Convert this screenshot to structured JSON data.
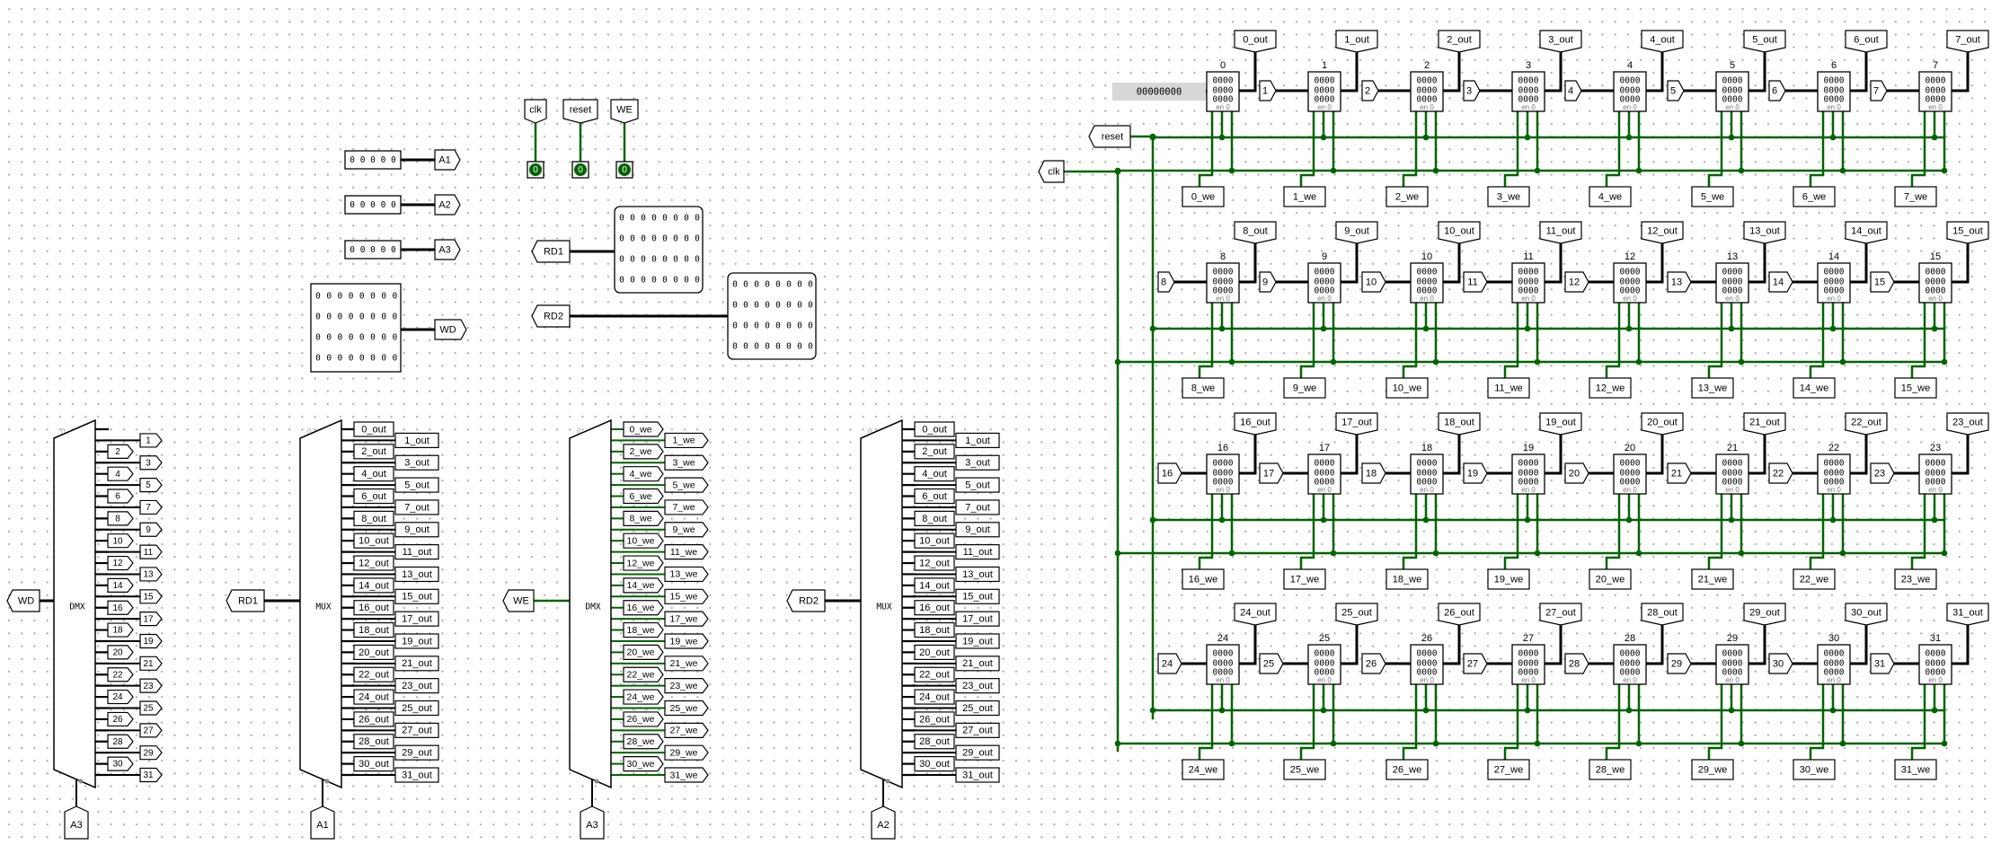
{
  "inputs": {
    "clk": "clk",
    "reset": "reset",
    "we": "WE",
    "a1": "A1",
    "a2": "A2",
    "a3": "A3",
    "wd": "WD",
    "rd1": "RD1",
    "rd2": "RD2"
  },
  "pin_values": {
    "clk": "0",
    "reset": "0",
    "we": "0",
    "addr": "0 0 0 0 0",
    "data_bit": "0",
    "constant": "00000000"
  },
  "blocks": {
    "dmx": "DMX",
    "mux": "MUX",
    "en": "en 0",
    "reg_value": "0000"
  },
  "register_file": {
    "names": [
      "0",
      "1",
      "2",
      "3",
      "4",
      "5",
      "6",
      "7",
      "8",
      "9",
      "10",
      "11",
      "12",
      "13",
      "14",
      "15",
      "16",
      "17",
      "18",
      "19",
      "20",
      "21",
      "22",
      "23",
      "24",
      "25",
      "26",
      "27",
      "28",
      "29",
      "30",
      "31"
    ],
    "outputs": [
      "0_out",
      "1_out",
      "2_out",
      "3_out",
      "4_out",
      "5_out",
      "6_out",
      "7_out",
      "8_out",
      "9_out",
      "10_out",
      "11_out",
      "12_out",
      "13_out",
      "14_out",
      "15_out",
      "16_out",
      "17_out",
      "18_out",
      "19_out",
      "20_out",
      "21_out",
      "22_out",
      "23_out",
      "24_out",
      "25_out",
      "26_out",
      "27_out",
      "28_out",
      "29_out",
      "30_out",
      "31_out"
    ],
    "write_enables": [
      "0_we",
      "1_we",
      "2_we",
      "3_we",
      "4_we",
      "5_we",
      "6_we",
      "7_we",
      "8_we",
      "9_we",
      "10_we",
      "11_we",
      "12_we",
      "13_we",
      "14_we",
      "15_we",
      "16_we",
      "17_we",
      "18_we",
      "19_we",
      "20_we",
      "21_we",
      "22_we",
      "23_we",
      "24_we",
      "25_we",
      "26_we",
      "27_we",
      "28_we",
      "29_we",
      "30_we",
      "31_we"
    ]
  },
  "colors": {
    "wire_active": "#006400",
    "wire_bus": "#000000",
    "grid_dot": "#a9a9a9",
    "constant_bg": "#d8d8d8"
  }
}
